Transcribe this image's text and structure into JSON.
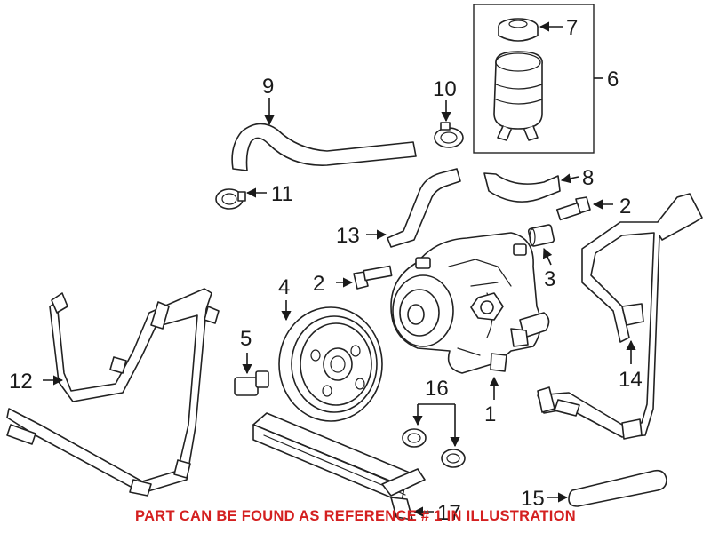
{
  "callouts": [
    {
      "id": "1",
      "label": "1"
    },
    {
      "id": "2a",
      "label": "2"
    },
    {
      "id": "2b",
      "label": "2"
    },
    {
      "id": "3",
      "label": "3"
    },
    {
      "id": "4",
      "label": "4"
    },
    {
      "id": "5",
      "label": "5"
    },
    {
      "id": "6",
      "label": "6"
    },
    {
      "id": "7",
      "label": "7"
    },
    {
      "id": "8",
      "label": "8"
    },
    {
      "id": "9",
      "label": "9"
    },
    {
      "id": "10",
      "label": "10"
    },
    {
      "id": "11",
      "label": "11"
    },
    {
      "id": "12",
      "label": "12"
    },
    {
      "id": "13",
      "label": "13"
    },
    {
      "id": "14",
      "label": "14"
    },
    {
      "id": "15",
      "label": "15"
    },
    {
      "id": "16",
      "label": "16"
    },
    {
      "id": "17",
      "label": "17"
    }
  ],
  "note": "PART CAN BE FOUND AS REFERENCE # 1 IN ILLUSTRATION",
  "colors": {
    "note": "#d42020",
    "line": "#222222"
  }
}
